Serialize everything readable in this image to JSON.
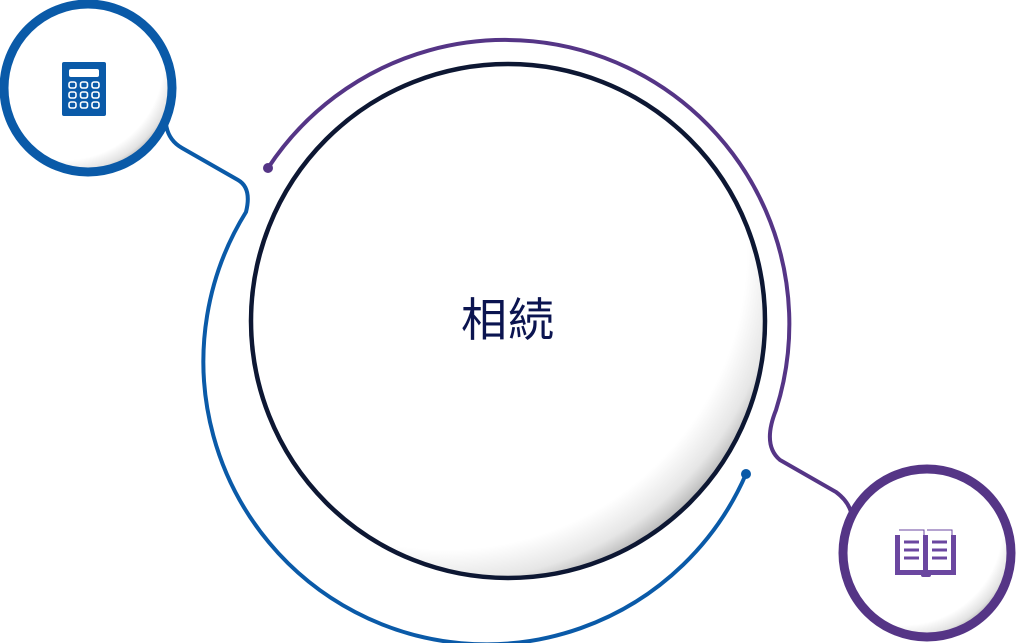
{
  "diagram": {
    "center": {
      "label": "相続",
      "ring_color": "#0d1733",
      "text_color": "#0b1450"
    },
    "nodes": [
      {
        "id": "calculator",
        "icon": "calculator-icon",
        "color": "#0a5aa8",
        "position": "top-left"
      },
      {
        "id": "book",
        "icon": "open-book-icon",
        "color": "#553586",
        "position": "bottom-right"
      }
    ],
    "arcs": [
      {
        "color": "#0a5aa8",
        "connects": "calculator"
      },
      {
        "color": "#553586",
        "connects": "book"
      }
    ]
  }
}
